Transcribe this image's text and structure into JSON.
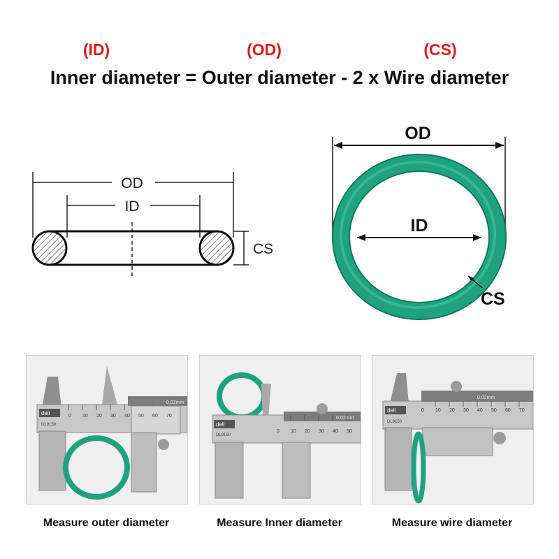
{
  "header": {
    "id_abbr": "(ID)",
    "od_abbr": "(OD)",
    "cs_abbr": "(CS)",
    "formula": "Inner diameter = Outer diameter - 2 x Wire diameter"
  },
  "cross_section": {
    "od_label": "OD",
    "id_label": "ID",
    "cs_label": "CS"
  },
  "ring_view": {
    "od_label": "OD",
    "id_label": "ID",
    "cs_label": "CS",
    "ring_color": "#1e9e7a"
  },
  "photos": [
    {
      "caption": "Measure outer diameter",
      "brand": "deli",
      "model": "DL9150",
      "scale_note": "0.02mm"
    },
    {
      "caption": "Measure Inner diameter",
      "brand": "deli",
      "model": "DL9150",
      "scale_note": "0.02mm"
    },
    {
      "caption": "Measure wire diameter",
      "brand": "deli",
      "model": "DL9150",
      "scale_note": "0.02mm"
    }
  ],
  "scale_numbers": [
    "0",
    "10",
    "20",
    "30",
    "40",
    "50",
    "60",
    "70"
  ],
  "colors": {
    "accent_red": "#e31b1b",
    "ring_green": "#1e9e7a",
    "text": "#111111"
  }
}
